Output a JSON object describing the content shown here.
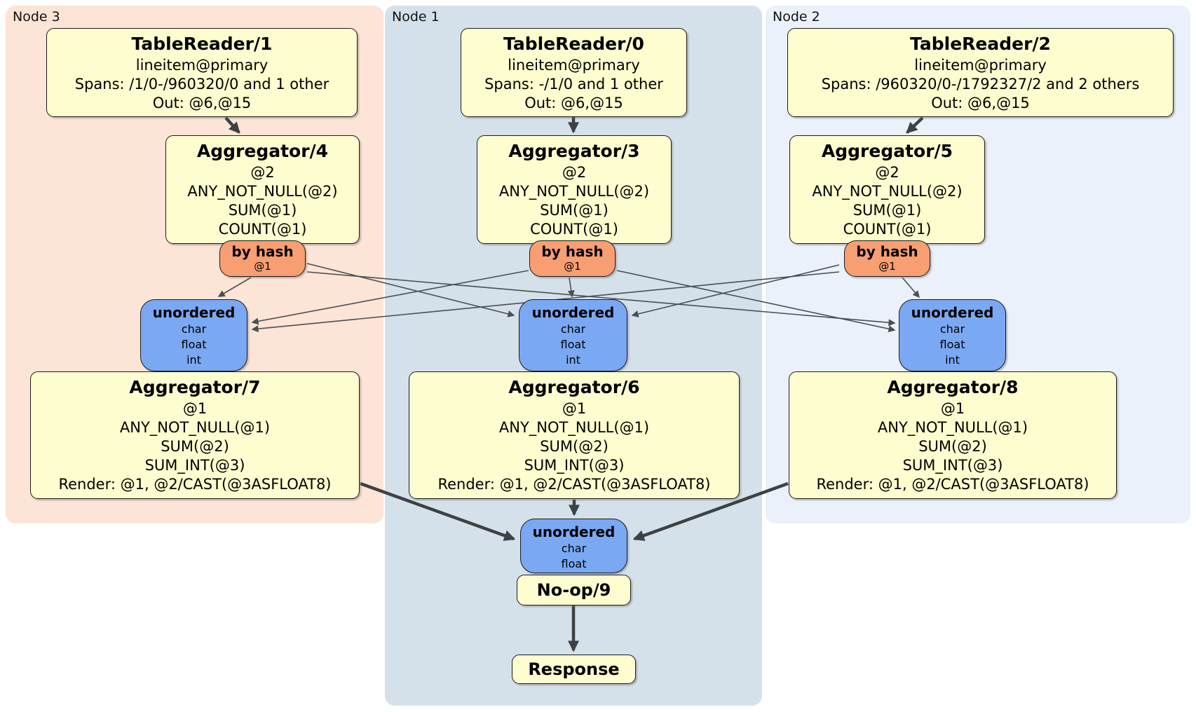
{
  "nodes": [
    {
      "label": "Node 3",
      "table_reader": {
        "title": "TableReader/1",
        "lines": [
          "lineitem@primary",
          "Spans: /1/0-/960320/0 and 1 other",
          "Out: @6,@15"
        ]
      },
      "aggregator_top": {
        "title": "Aggregator/4",
        "lines": [
          "@2",
          "ANY_NOT_NULL(@2)",
          "SUM(@1)",
          "COUNT(@1)"
        ]
      },
      "router": {
        "title": "by hash",
        "detail": "@1"
      },
      "sync": {
        "title": "unordered",
        "types": [
          "char",
          "float",
          "int"
        ]
      },
      "aggregator_bottom": {
        "title": "Aggregator/7",
        "lines": [
          "@1",
          "ANY_NOT_NULL(@1)",
          "SUM(@2)",
          "SUM_INT(@3)",
          "Render: @1, @2/CAST(@3ASFLOAT8)"
        ]
      }
    },
    {
      "label": "Node 1",
      "table_reader": {
        "title": "TableReader/0",
        "lines": [
          "lineitem@primary",
          "Spans: -/1/0 and 1 other",
          "Out: @6,@15"
        ]
      },
      "aggregator_top": {
        "title": "Aggregator/3",
        "lines": [
          "@2",
          "ANY_NOT_NULL(@2)",
          "SUM(@1)",
          "COUNT(@1)"
        ]
      },
      "router": {
        "title": "by hash",
        "detail": "@1"
      },
      "sync": {
        "title": "unordered",
        "types": [
          "char",
          "float",
          "int"
        ]
      },
      "aggregator_bottom": {
        "title": "Aggregator/6",
        "lines": [
          "@1",
          "ANY_NOT_NULL(@1)",
          "SUM(@2)",
          "SUM_INT(@3)",
          "Render: @1, @2/CAST(@3ASFLOAT8)"
        ]
      }
    },
    {
      "label": "Node 2",
      "table_reader": {
        "title": "TableReader/2",
        "lines": [
          "lineitem@primary",
          "Spans: /960320/0-/1792327/2 and 2 others",
          "Out: @6,@15"
        ]
      },
      "aggregator_top": {
        "title": "Aggregator/5",
        "lines": [
          "@2",
          "ANY_NOT_NULL(@2)",
          "SUM(@1)",
          "COUNT(@1)"
        ]
      },
      "router": {
        "title": "by hash",
        "detail": "@1"
      },
      "sync": {
        "title": "unordered",
        "types": [
          "char",
          "float",
          "int"
        ]
      },
      "aggregator_bottom": {
        "title": "Aggregator/8",
        "lines": [
          "@1",
          "ANY_NOT_NULL(@1)",
          "SUM(@2)",
          "SUM_INT(@3)",
          "Render: @1, @2/CAST(@3ASFLOAT8)"
        ]
      }
    }
  ],
  "final": {
    "sync": {
      "title": "unordered",
      "types": [
        "char",
        "float"
      ]
    },
    "noop_label": "No-op/9",
    "response_label": "Response"
  },
  "colors": {
    "node3_bg": "#fce4d6",
    "node1_bg": "#d4e1eb",
    "node2_bg": "#ebf1fa",
    "processor_fill": "#fdfdcf",
    "router_fill": "#f79e72",
    "sync_fill": "#7aa8f3",
    "edge_thick": "#3e4144",
    "edge_thin": "#4b4f52"
  }
}
